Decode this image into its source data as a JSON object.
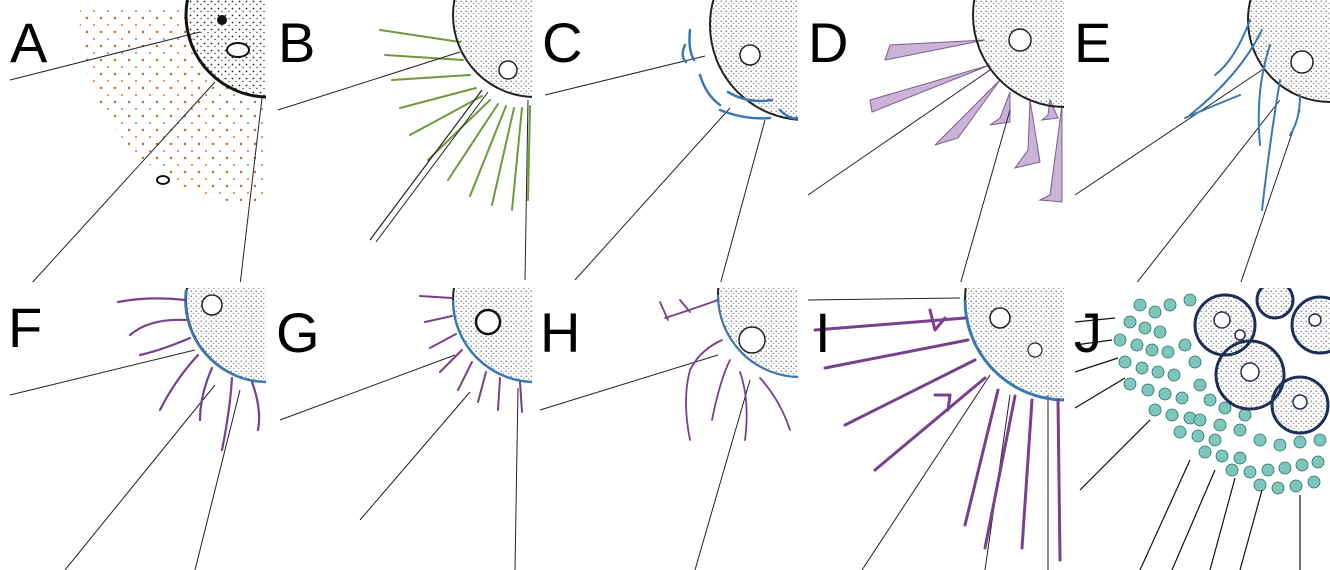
{
  "figure": {
    "panels": [
      {
        "label": "A",
        "feature": "orange-dotted-zone",
        "color": "#c9661a"
      },
      {
        "label": "B",
        "feature": "green-spines",
        "color": "#6e9a3c"
      },
      {
        "label": "C",
        "feature": "blue-membrane-fragments",
        "color": "#3a78b4"
      },
      {
        "label": "D",
        "feature": "lilac-trumpet-appendages",
        "color": "#b99ac9"
      },
      {
        "label": "E",
        "feature": "blue-strands",
        "color": "#3a78b4"
      },
      {
        "label": "F",
        "feature": "curved-purple-filaments",
        "color": "#7a3f8e"
      },
      {
        "label": "G",
        "feature": "short-purple-filaments",
        "color": "#7a3f8e"
      },
      {
        "label": "H",
        "feature": "branched-purple-filaments",
        "color": "#7a3f8e"
      },
      {
        "label": "I",
        "feature": "long-purple-rods",
        "color": "#7a3f8e"
      },
      {
        "label": "J",
        "feature": "teal-cell-cluster",
        "color": "#7cc6bb"
      }
    ]
  }
}
